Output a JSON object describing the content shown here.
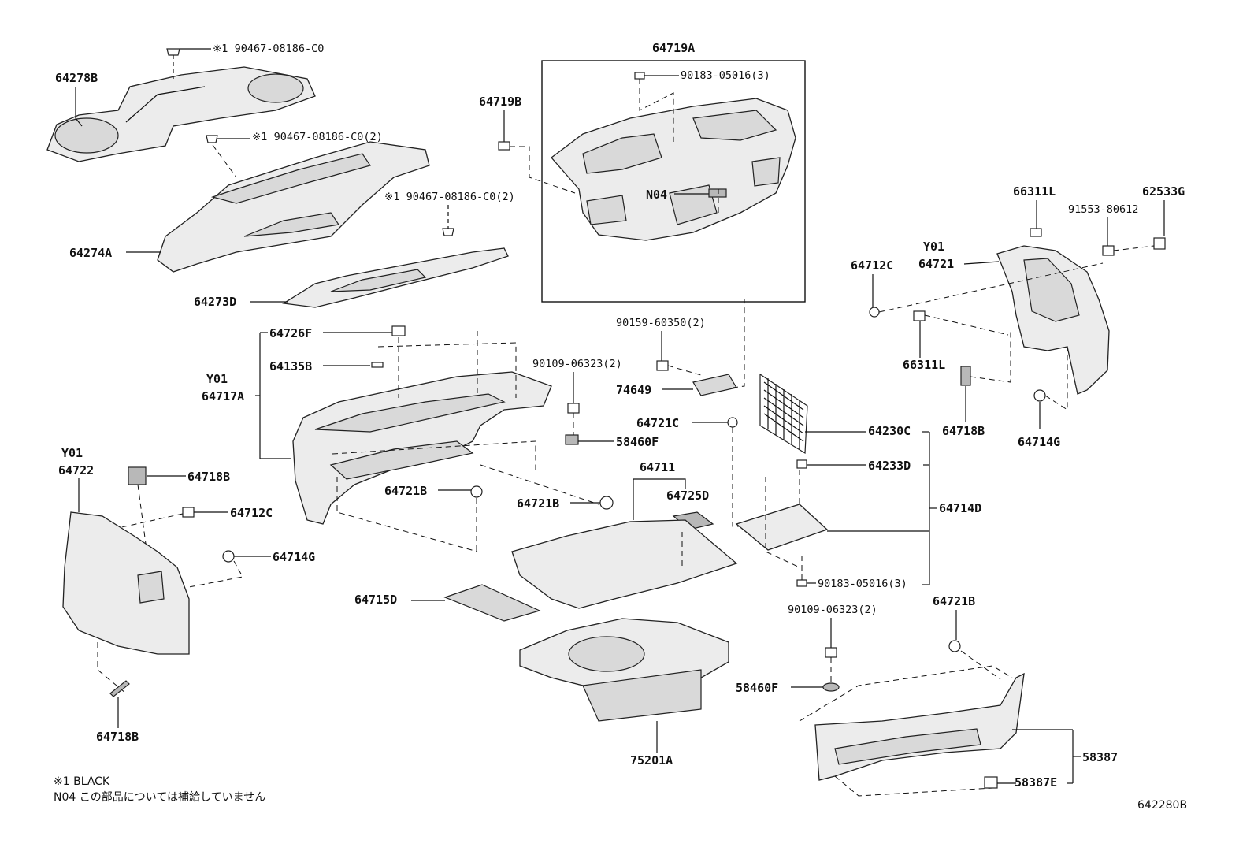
{
  "labels": {
    "l64278B": "64278B",
    "c1_top": "※1 90467-08186-C0",
    "c1_mid": "※1 90467-08186-C0(2)",
    "c1_low": "※1 90467-08186-C0(2)",
    "l64274A": "64274A",
    "l64273D": "64273D",
    "l64719A": "64719A",
    "l64719B": "64719B",
    "l90183_top": "90183-05016(3)",
    "lN04": "N04",
    "l66311L_top": "66311L",
    "l62533G": "62533G",
    "l91553": "91553-80612",
    "lY01_r": "Y01",
    "l64721": "64721",
    "l64712C_r": "64712C",
    "l66311L_low": "66311L",
    "l64718B_r": "64718B",
    "l64714G_r": "64714G",
    "l64726F": "64726F",
    "l64135B": "64135B",
    "lY01_m": "Y01",
    "l64717A": "64717A",
    "l90159": "90159-60350(2)",
    "l74649": "74649",
    "l90109_m": "90109-06323(2)",
    "l58460F_m": "58460F",
    "l64721C": "64721C",
    "l64230C": "64230C",
    "lY01_l": "Y01",
    "l64722": "64722",
    "l64718B_l": "64718B",
    "l64712C_l": "64712C",
    "l64714G_l": "64714G",
    "l64721B_m": "64721B",
    "l64721B_m2": "64721B",
    "l64711": "64711",
    "l64725D": "64725D",
    "l64233D": "64233D",
    "l64714D": "64714D",
    "l90183_low": "90183-05016(3)",
    "l64715D": "64715D",
    "l90109_r": "90109-06323(2)",
    "l64721B_r": "64721B",
    "l58460F_r": "58460F",
    "l58387": "58387",
    "l58387E": "58387E",
    "l64718B_bl": "64718B",
    "l75201A": "75201A"
  },
  "notes": {
    "note1": "※1 BLACK",
    "note2": "N04 この部品については補給していません",
    "figure_id": "642280B"
  }
}
